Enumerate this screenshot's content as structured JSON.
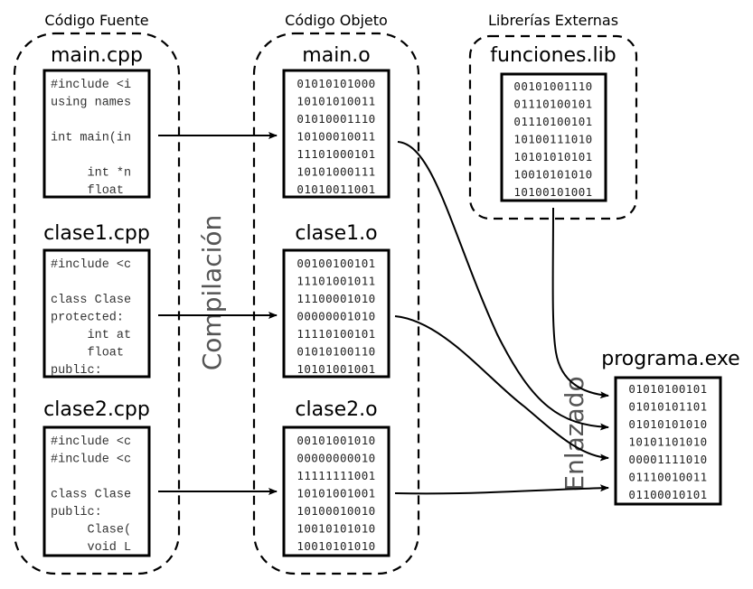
{
  "groups": {
    "source": {
      "title": "Código Fuente"
    },
    "object": {
      "title": "Código Objeto"
    },
    "libraries": {
      "title": "Librerías Externas"
    }
  },
  "stages": {
    "compile": "Compilación",
    "link": "Enlazado"
  },
  "source_files": [
    {
      "name": "main.cpp",
      "lines": [
        "#include <i",
        "using names",
        "",
        "int main(in",
        "",
        "     int *n",
        "     float"
      ]
    },
    {
      "name": "clase1.cpp",
      "lines": [
        "#include <c",
        "",
        "class Clase",
        "protected:",
        "     int at",
        "     float",
        "public:"
      ]
    },
    {
      "name": "clase2.cpp",
      "lines": [
        "#include <c",
        "#include <c",
        "",
        "class Clase",
        "public:",
        "     Clase(",
        "     void L"
      ]
    }
  ],
  "object_files": [
    {
      "name": "main.o",
      "lines": [
        "01010101000",
        "10101010011",
        "01010001110",
        "10100010011",
        "11101000101",
        "10101000111",
        "01010011001"
      ]
    },
    {
      "name": "clase1.o",
      "lines": [
        "00100100101",
        "11101001011",
        "11100001010",
        "00000001010",
        "11110100101",
        "01010100110",
        "10101001001"
      ]
    },
    {
      "name": "clase2.o",
      "lines": [
        "00101001010",
        "00000000010",
        "11111111001",
        "10101001001",
        "10100010010",
        "10010101010",
        "10010101010"
      ]
    }
  ],
  "library_files": [
    {
      "name": "funciones.lib",
      "lines": [
        "00101001110",
        "01110100101",
        "01110100101",
        "10100111010",
        "10101010101",
        "10010101010",
        "10100101001"
      ]
    }
  ],
  "output_file": {
    "name": "programa.exe",
    "lines": [
      "01010100101",
      "01010101101",
      "01010101010",
      "10101101010",
      "00001111010",
      "01110010011",
      "01100010101"
    ]
  }
}
